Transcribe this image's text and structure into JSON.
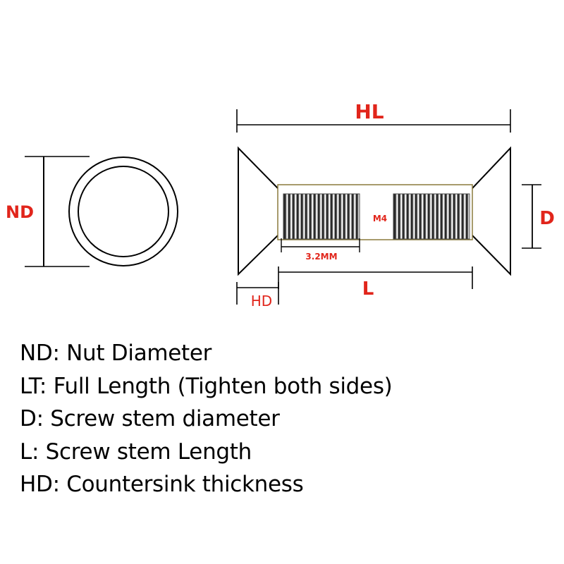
{
  "colors": {
    "label_red": "#e1251b",
    "line": "#000000",
    "thread_box": "#8a7a3c"
  },
  "labels": {
    "nd": "ND",
    "hl": "HL",
    "d": "D",
    "m4": "M4",
    "thread_length": "3.2MM",
    "l": "L",
    "hd": "HD"
  },
  "legend": [
    "ND: Nut Diameter",
    "LT: Full Length (Tighten both sides)",
    "D: Screw stem diameter",
    "L: Screw stem Length",
    "HD: Countersink thickness"
  ]
}
